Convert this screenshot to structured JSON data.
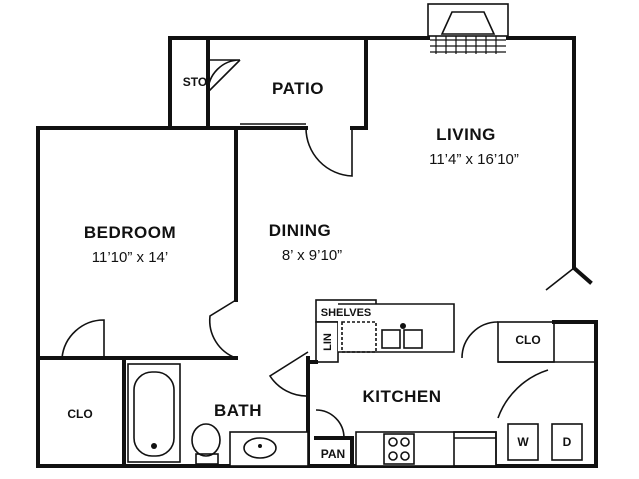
{
  "rooms": {
    "living": {
      "name": "LIVING",
      "dims": "11’4” x 16’10”"
    },
    "dining": {
      "name": "DINING",
      "dims": "8’ x 9’10”"
    },
    "bedroom": {
      "name": "BEDROOM",
      "dims": "11’10” x 14’"
    },
    "patio": {
      "name": "PATIO"
    },
    "sto": {
      "name": "STO"
    },
    "bath": {
      "name": "BATH"
    },
    "kitchen": {
      "name": "KITCHEN"
    },
    "bed_closet": {
      "name": "CLO"
    },
    "living_closet": {
      "name": "CLO"
    },
    "shelves": {
      "name": "SHELVES"
    },
    "linen": {
      "name": "LIN"
    },
    "pantry": {
      "name": "PAN"
    },
    "washer": {
      "name": "W"
    },
    "dryer": {
      "name": "D"
    }
  }
}
